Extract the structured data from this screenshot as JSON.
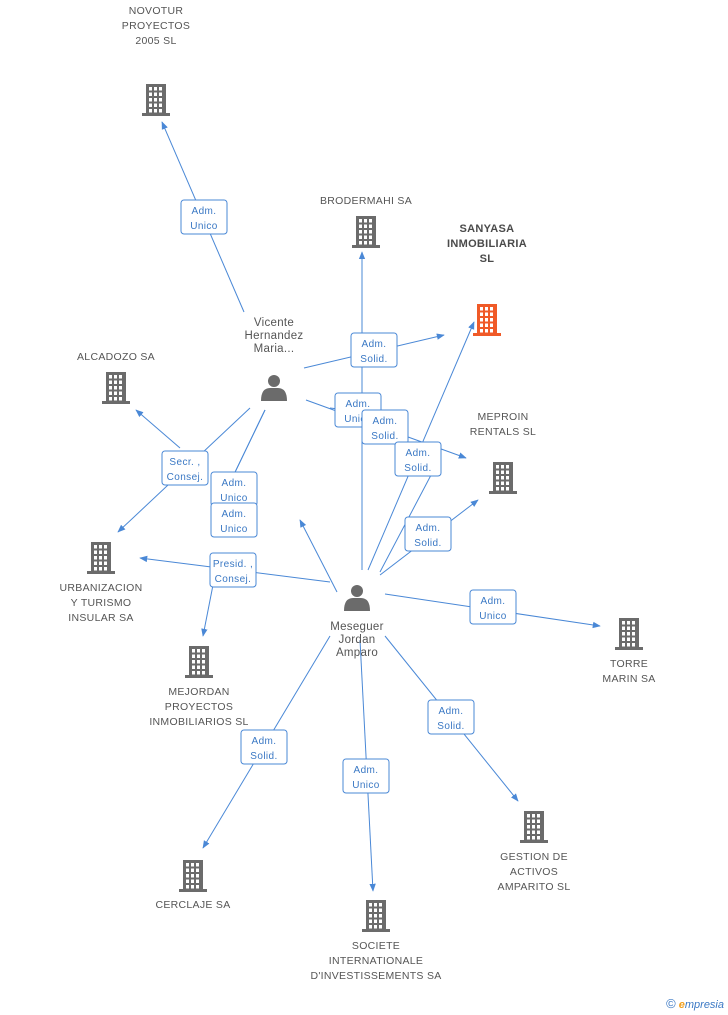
{
  "companies": [
    {
      "id": "novotur",
      "label": [
        "NOVOTUR",
        "PROYECTOS",
        "2005 SL"
      ],
      "focus": false
    },
    {
      "id": "brodermahi",
      "label": [
        "BRODERMAHI SA"
      ],
      "focus": false
    },
    {
      "id": "sanyasa",
      "label": [
        "SANYASA",
        "INMOBILIARIA",
        "SL"
      ],
      "focus": true
    },
    {
      "id": "alcadozo",
      "label": [
        "ALCADOZO SA"
      ],
      "focus": false
    },
    {
      "id": "meproin",
      "label": [
        "MEPROIN",
        "RENTALS SL"
      ],
      "focus": false
    },
    {
      "id": "urbanizacion",
      "label": [
        "URBANIZACION",
        "Y TURISMO",
        "INSULAR SA"
      ],
      "focus": false
    },
    {
      "id": "mejordan",
      "label": [
        "MEJORDAN",
        "PROYECTOS",
        "INMOBILIARIOS SL"
      ],
      "focus": false
    },
    {
      "id": "torre",
      "label": [
        "TORRE",
        "MARIN SA"
      ],
      "focus": false
    },
    {
      "id": "gestion",
      "label": [
        "GESTION DE",
        "ACTIVOS",
        "AMPARITO SL"
      ],
      "focus": false
    },
    {
      "id": "cerclaje",
      "label": [
        "CERCLAJE SA"
      ],
      "focus": false
    },
    {
      "id": "societe",
      "label": [
        "SOCIETE",
        "INTERNATIONALE",
        "D'INVESTISSEMENTS SA"
      ],
      "focus": false
    }
  ],
  "people": [
    {
      "id": "vicente",
      "label": [
        "Vicente",
        "Hernandez",
        "Maria..."
      ]
    },
    {
      "id": "meseguer",
      "label": [
        "Meseguer",
        "Jordan",
        "Amparo"
      ]
    }
  ],
  "relations": [
    {
      "id": "r1",
      "label": [
        "Adm.",
        "Unico"
      ]
    },
    {
      "id": "r2",
      "label": [
        "Adm.",
        "Solid."
      ]
    },
    {
      "id": "r3",
      "label": [
        "Adm.",
        "Unico"
      ]
    },
    {
      "id": "r4",
      "label": [
        "Adm.",
        "Solid."
      ]
    },
    {
      "id": "r5",
      "label": [
        "Adm.",
        "Solid."
      ]
    },
    {
      "id": "r6",
      "label": [
        "Secr. ,",
        "Consej."
      ]
    },
    {
      "id": "r7",
      "label": [
        "Adm.",
        "Unico"
      ]
    },
    {
      "id": "r8",
      "label": [
        "Adm.",
        "Unico"
      ]
    },
    {
      "id": "r9",
      "label": [
        "Adm.",
        "Solid."
      ]
    },
    {
      "id": "r10",
      "label": [
        "Presid. ,",
        "Consej."
      ]
    },
    {
      "id": "r11",
      "label": [
        "Adm.",
        "Unico"
      ]
    },
    {
      "id": "r12",
      "label": [
        "Adm.",
        "Solid."
      ]
    },
    {
      "id": "r13",
      "label": [
        "Adm.",
        "Solid."
      ]
    },
    {
      "id": "r14",
      "label": [
        "Adm.",
        "Unico"
      ]
    }
  ],
  "colors": {
    "edge": "#4a88d6",
    "building": "#6b6b6b",
    "building_focus": "#f05a28",
    "person": "#6b6b6b"
  },
  "footer": {
    "copyright": "©",
    "brand_initial": "e",
    "brand_rest": "mpresia"
  }
}
